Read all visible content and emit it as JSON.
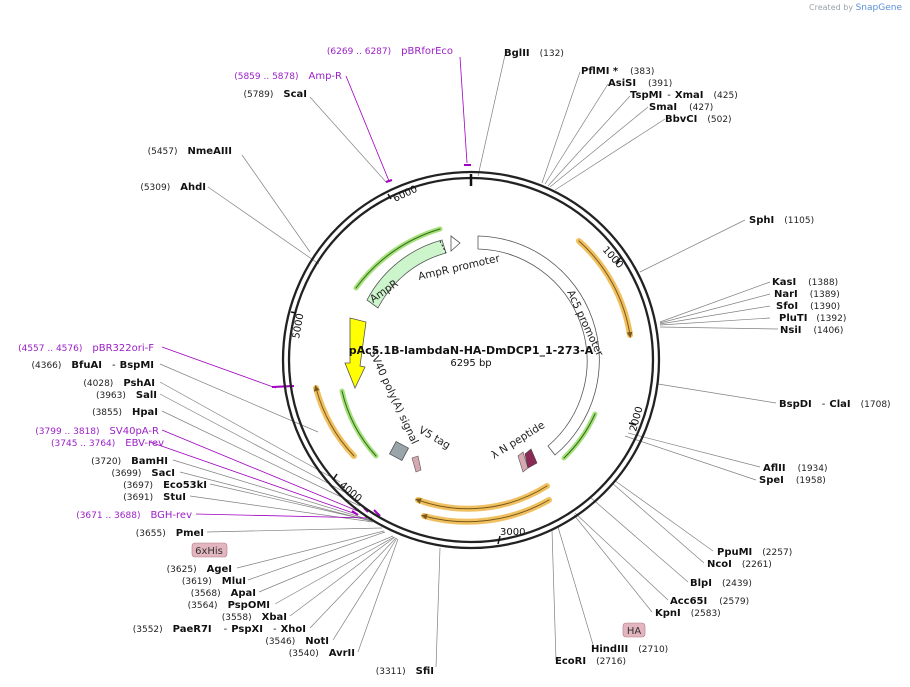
{
  "watermark": {
    "prefix": "Created by",
    "brand": "SnapGene"
  },
  "plasmid": {
    "name": "pAc5.1B-lambdaN-HA-DmDCP1_1-273-A",
    "length": "6295 bp",
    "total_bp": 6295
  },
  "ticks": [
    "1000",
    "2000",
    "3000",
    "4000",
    "5000",
    "6000"
  ],
  "features": [
    {
      "label": "AmpR promoter",
      "color": "#ffffff"
    },
    {
      "label": "AmpR",
      "color": "#ccf5cc"
    },
    {
      "label": "Ac5 promoter",
      "color": "#ffffff"
    },
    {
      "label": "λ N peptide",
      "color": "#8b2a55"
    },
    {
      "label": "SV40 poly(A) signal",
      "color": "#ffff00"
    },
    {
      "label": "V5 tag",
      "color": "#9aa4ab"
    }
  ],
  "enzymes": [
    {
      "name": "BglII",
      "pos": "(132)"
    },
    {
      "name": "PflMI *",
      "pos": "(383)"
    },
    {
      "name": "AsiSI",
      "pos": "(391)"
    },
    {
      "name": "TspMI",
      "name2": "XmaI",
      "pos": "(425)"
    },
    {
      "name": "SmaI",
      "pos": "(427)"
    },
    {
      "name": "BbvCI",
      "pos": "(502)"
    },
    {
      "name": "SphI",
      "pos": "(1105)"
    },
    {
      "name": "KasI",
      "pos": "(1388)"
    },
    {
      "name": "NarI",
      "pos": "(1389)"
    },
    {
      "name": "SfoI",
      "pos": "(1390)"
    },
    {
      "name": "PluTI",
      "pos": "(1392)"
    },
    {
      "name": "NsiI",
      "pos": "(1406)"
    },
    {
      "name": "BspDI",
      "name2": "ClaI",
      "pos": "(1708)"
    },
    {
      "name": "AflII",
      "pos": "(1934)"
    },
    {
      "name": "SpeI",
      "pos": "(1958)"
    },
    {
      "name": "PpuMI",
      "pos": "(2257)"
    },
    {
      "name": "NcoI",
      "pos": "(2261)"
    },
    {
      "name": "BlpI",
      "pos": "(2439)"
    },
    {
      "name": "Acc65I",
      "pos": "(2579)"
    },
    {
      "name": "KpnI",
      "pos": "(2583)"
    },
    {
      "name": "HindIII",
      "pos": "(2710)"
    },
    {
      "name": "EcoRI",
      "pos": "(2716)"
    },
    {
      "name": "SfiI",
      "pos": "(3311)"
    },
    {
      "name": "AvrII",
      "pos": "(3540)"
    },
    {
      "name": "NotI",
      "pos": "(3546)"
    },
    {
      "name": "PaeR7I",
      "name2": "PspXI",
      "name3": "XhoI",
      "pos": "(3552)"
    },
    {
      "name": "XbaI",
      "pos": "(3558)"
    },
    {
      "name": "PspOMI",
      "pos": "(3564)"
    },
    {
      "name": "ApaI",
      "pos": "(3568)"
    },
    {
      "name": "MluI",
      "pos": "(3619)"
    },
    {
      "name": "AgeI",
      "pos": "(3625)"
    },
    {
      "name": "PmeI",
      "pos": "(3655)"
    },
    {
      "name": "StuI",
      "pos": "(3691)"
    },
    {
      "name": "Eco53kI",
      "pos": "(3697)"
    },
    {
      "name": "SacI",
      "pos": "(3699)"
    },
    {
      "name": "BamHI",
      "pos": "(3720)"
    },
    {
      "name": "HpaI",
      "pos": "(3855)"
    },
    {
      "name": "SalI",
      "pos": "(3963)"
    },
    {
      "name": "PshAI",
      "pos": "(4028)"
    },
    {
      "name": "BfuAI",
      "name2": "BspMI",
      "pos": "(4366)"
    },
    {
      "name": "AhdI",
      "pos": "(5309)"
    },
    {
      "name": "NmeAIII",
      "pos": "(5457)"
    },
    {
      "name": "ScaI",
      "pos": "(5789)"
    }
  ],
  "primers": [
    {
      "label": "pBRforEco",
      "range": "(6269 .. 6287)"
    },
    {
      "label": "Amp-R",
      "range": "(5859 .. 5878)"
    },
    {
      "label": "pBR322ori-F",
      "range": "(4557 .. 4576)"
    },
    {
      "label": "SV40pA-R",
      "range": "(3799 .. 3818)"
    },
    {
      "label": "EBV-rev",
      "range": "(3745 .. 3764)"
    },
    {
      "label": "BGH-rev",
      "range": "(3671 .. 3688)"
    }
  ],
  "tags": {
    "his": "6xHis",
    "ha": "HA"
  }
}
